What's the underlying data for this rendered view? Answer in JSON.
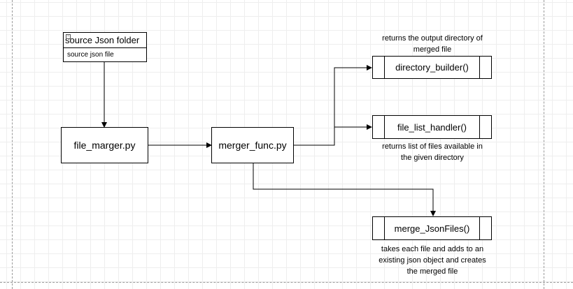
{
  "nodes": {
    "source_folder": {
      "title": "source Json folder",
      "row": "source json file"
    },
    "file_marger": {
      "label": "file_marger.py"
    },
    "merger_func": {
      "label": "merger_func.py"
    },
    "directory_builder": {
      "label": "directory_builder()"
    },
    "file_list_handler": {
      "label": "file_list_handler()"
    },
    "merge_jsonfiles": {
      "label": "merge_JsonFiles()"
    }
  },
  "notes": {
    "directory_builder": [
      "returns the output directory of",
      "merged file"
    ],
    "file_list_handler": [
      "returns list of files available in",
      "the given directory"
    ],
    "merge_jsonfiles": [
      "takes each file and adds to an",
      "existing json object and  creates",
      "the merged file"
    ]
  }
}
